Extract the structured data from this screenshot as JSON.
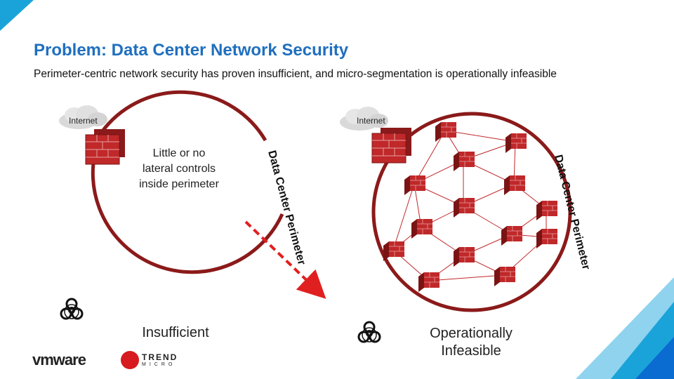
{
  "slide": {
    "title": "Problem: Data Center Network Security",
    "subtitle": "Perimeter-centric network security has proven insufficient, and micro-segmentation is operationally infeasible"
  },
  "left_diagram": {
    "cloud_label": "Internet",
    "perimeter_label": "Data Center Perimeter",
    "note": [
      "Little or no",
      "lateral controls",
      "inside perimeter"
    ],
    "caption": "Insufficient"
  },
  "right_diagram": {
    "cloud_label": "Internet",
    "perimeter_label": "Data Center Perimeter",
    "caption": [
      "Operationally",
      "Infeasible"
    ]
  },
  "logos": {
    "vmware": "vmware",
    "trend_top": "TREND",
    "trend_bottom": "MICRO"
  },
  "colors": {
    "title_blue": "#1f6fbf",
    "perimeter_red": "#8b1a1a",
    "firewall_red": "#c0282a",
    "accent_teal": "#1aa3d9",
    "accent_blue": "#0a6bd1"
  },
  "icons": [
    "biohazard-icon",
    "firewall-icon",
    "cloud-icon"
  ]
}
